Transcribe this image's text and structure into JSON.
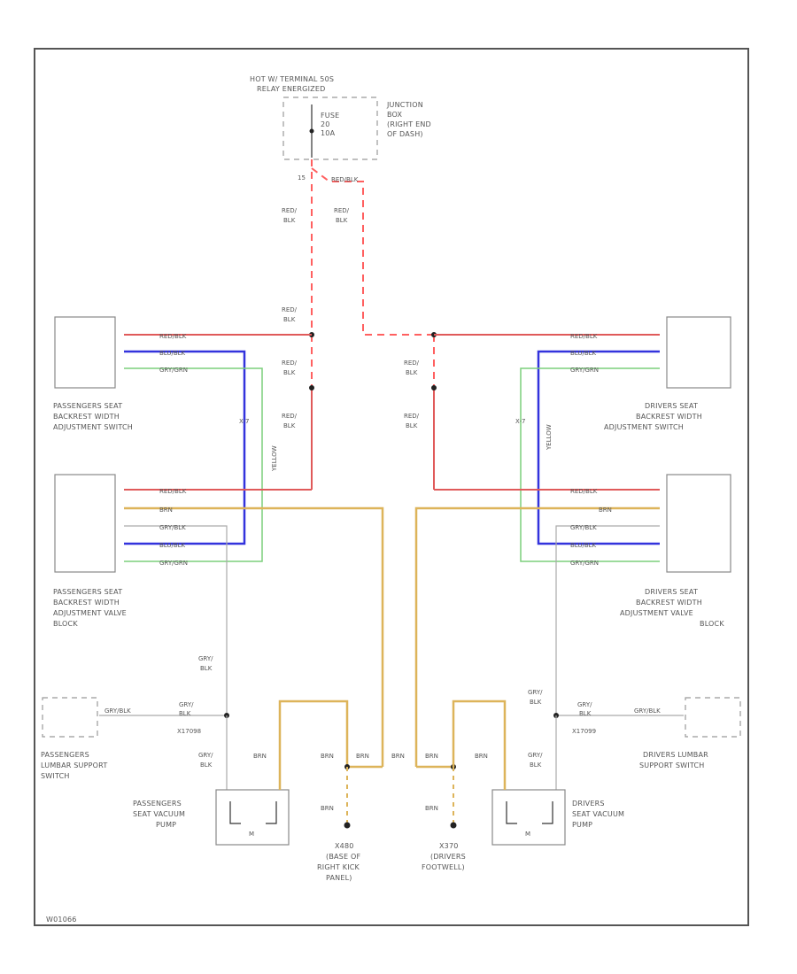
{
  "fuse": {
    "hot_line1": "HOT W/ TERMINAL 50S",
    "hot_line2": "RELAY ENERGIZED",
    "fuse_line1": "FUSE",
    "fuse_line2": "20",
    "fuse_line3": "10A",
    "jb_line1": "JUNCTION",
    "jb_line2": "BOX",
    "jb_line3": "(RIGHT END",
    "jb_line4": "OF DASH)",
    "pin": "15"
  },
  "wires": {
    "red_blk": "RED/BLK",
    "red": "RED/",
    "blk": "BLK",
    "blu_blk": "BLU/BLK",
    "gry_grn": "GRY/GRN",
    "brn": "BRN",
    "gry_blk": "GRY/BLK",
    "gry": "GRY/",
    "yellow": "YELLOW",
    "x_label": "X-7"
  },
  "components": {
    "pass_switch": [
      "PASSENGERS SEAT",
      "BACKREST WIDTH",
      "ADJUSTMENT SWITCH"
    ],
    "drv_switch": [
      "DRIVERS SEAT",
      "BACKREST WIDTH",
      "ADJUSTMENT SWITCH"
    ],
    "pass_valve": [
      "PASSENGERS SEAT",
      "BACKREST WIDTH",
      "ADJUSTMENT VALVE",
      "BLOCK"
    ],
    "drv_valve": [
      "DRIVERS SEAT",
      "BACKREST WIDTH",
      "ADJUSTMENT VALVE",
      "BLOCK"
    ],
    "pass_lumbar": [
      "PASSENGERS",
      "LUMBAR SUPPORT",
      "SWITCH"
    ],
    "drv_lumbar": [
      "DRIVERS LUMBAR",
      "SUPPORT SWITCH"
    ],
    "pass_pump": [
      "PASSENGERS",
      "SEAT VACUUM",
      "PUMP"
    ],
    "drv_pump": [
      "DRIVERS",
      "SEAT VACUUM",
      "PUMP"
    ],
    "ground_left": [
      "X480",
      "(BASE OF",
      "RIGHT KICK",
      "PANEL)"
    ],
    "ground_right": [
      "X370",
      "(DRIVERS",
      "FOOTWELL)"
    ],
    "splice_left": "X17098",
    "splice_right": "X17099",
    "motor": "M",
    "footer": "W01066"
  }
}
